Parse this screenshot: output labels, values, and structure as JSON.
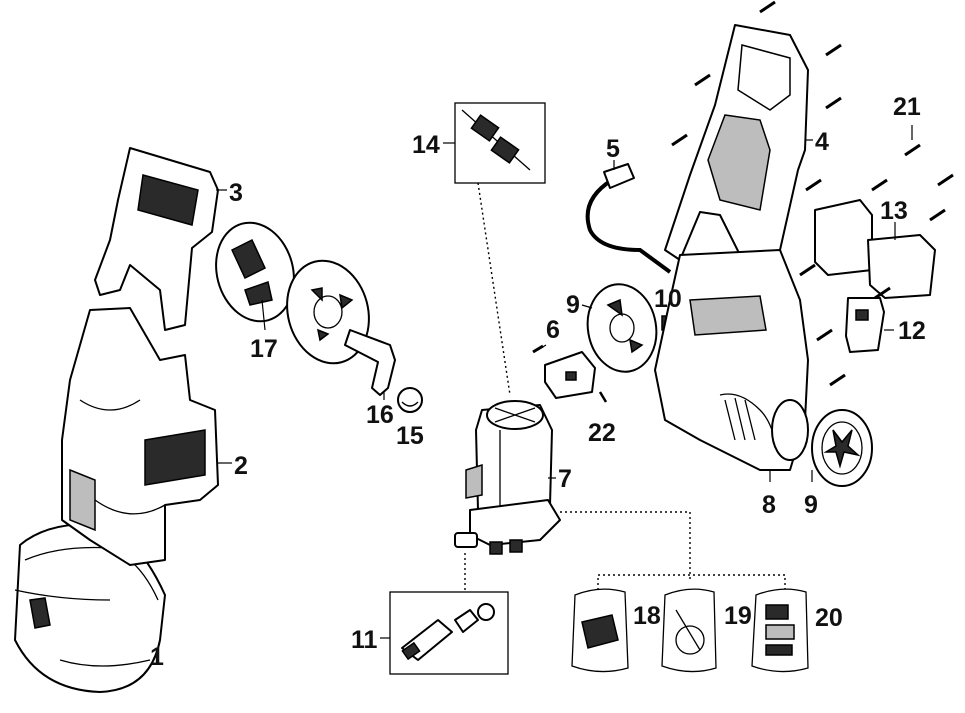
{
  "labels": {
    "l1": "1",
    "l2": "2",
    "l3": "3",
    "l4": "4",
    "l5": "5",
    "l6": "6",
    "l7": "7",
    "l8": "8",
    "l9a": "9",
    "l9b": "9",
    "l10": "10",
    "l11": "11",
    "l12": "12",
    "l13": "13",
    "l14": "14",
    "l15": "15",
    "l16": "16",
    "l17": "17",
    "l18": "18",
    "l19": "19",
    "l20": "20",
    "l21": "21",
    "l22": "22"
  }
}
